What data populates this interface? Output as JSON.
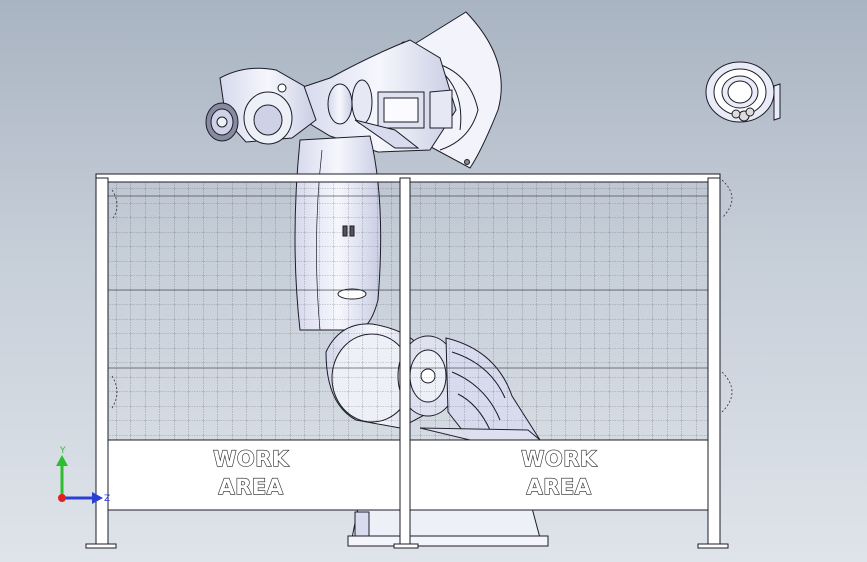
{
  "scene": {
    "panel_labels": [
      {
        "line1": "WORK",
        "line2": "AREA"
      },
      {
        "line1": "WORK",
        "line2": "AREA"
      }
    ]
  },
  "triad": {
    "y_label": "Y",
    "z_label": "Z",
    "y_color": "#2dbe2d",
    "z_color": "#2b3fd6",
    "origin_color": "#e02020"
  },
  "colors": {
    "robot_fill": "#eef0f8",
    "robot_shadow": "#c9cce0",
    "line": "#1c1c28",
    "panel_fill": "#ffffff",
    "mesh": "#4a4a52",
    "post_fill": "#ffffff"
  }
}
